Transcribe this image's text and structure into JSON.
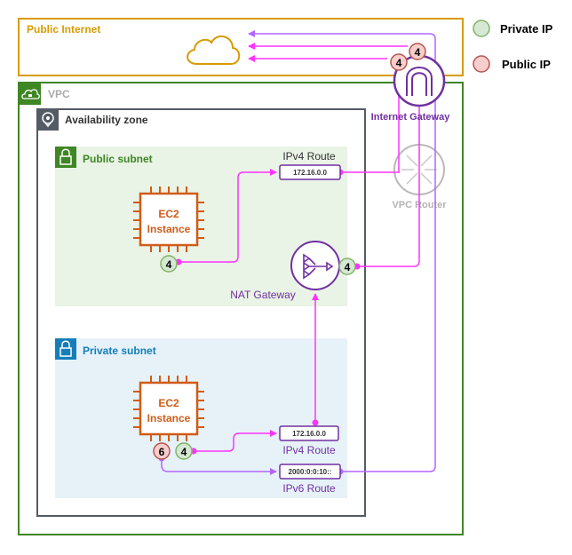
{
  "legend": {
    "private_ip": "Private IP",
    "public_ip": "Public IP"
  },
  "public_internet": {
    "label": "Public Internet"
  },
  "vpc": {
    "label": "VPC"
  },
  "az": {
    "label": "Availability zone"
  },
  "public_subnet": {
    "label": "Public subnet"
  },
  "private_subnet": {
    "label": "Private subnet"
  },
  "internet_gateway": {
    "label": "Internet Gateway"
  },
  "vpc_router": {
    "label": "VPC Router"
  },
  "nat_gateway": {
    "label": "NAT Gateway"
  },
  "ec2_public": {
    "line1": "EC2",
    "line2": "Instance"
  },
  "ec2_private": {
    "line1": "EC2",
    "line2": "Instance"
  },
  "route_public": {
    "title": "IPv4 Route",
    "cidr": "172.16.0.0"
  },
  "route_private_v4": {
    "title": "IPv4 Route",
    "cidr": "172.16.0.0"
  },
  "route_private_v6": {
    "title": "IPv6 Route",
    "cidr": "2000:0:0:10::"
  },
  "badges": {
    "ec2_public": "4",
    "nat_out": "4",
    "igw_left": "4",
    "igw_right": "4",
    "ec2_private_v6": "6",
    "ec2_private_v4": "4"
  },
  "colors": {
    "private_fill": "#d5e8d4",
    "private_stroke": "#82b366",
    "public_fill": "#f8cecc",
    "public_stroke": "#b85450",
    "ipv4_line": "#ff33ff",
    "ipv6_line": "#b266ff",
    "vpc_green": "#3f8624",
    "public_internet_orange": "#d79b00",
    "private_subnet_blue": "#147eba",
    "purple": "#7030a0",
    "ec2_orange": "#d05c17"
  }
}
